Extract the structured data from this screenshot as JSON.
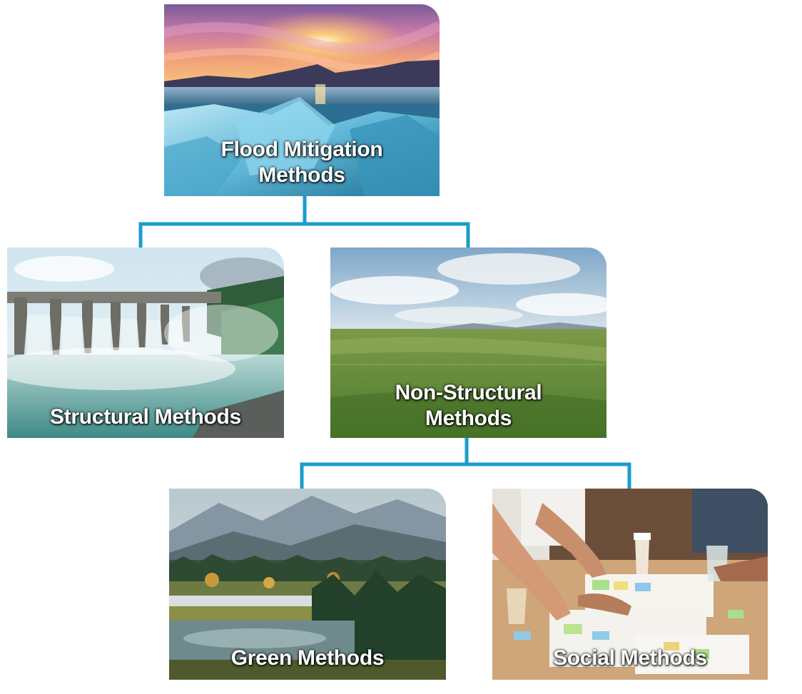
{
  "diagram": {
    "connector_color": "#1a9ccc",
    "nodes": {
      "root": {
        "label_line1": "Flood Mitigation",
        "label_line2": "Methods"
      },
      "structural": {
        "label_line1": "Structural Methods"
      },
      "non_structural": {
        "label_line1": "Non-Structural",
        "label_line2": "Methods"
      },
      "green": {
        "label_line1": "Green Methods"
      },
      "social": {
        "label_line1": "Social Methods"
      }
    }
  }
}
